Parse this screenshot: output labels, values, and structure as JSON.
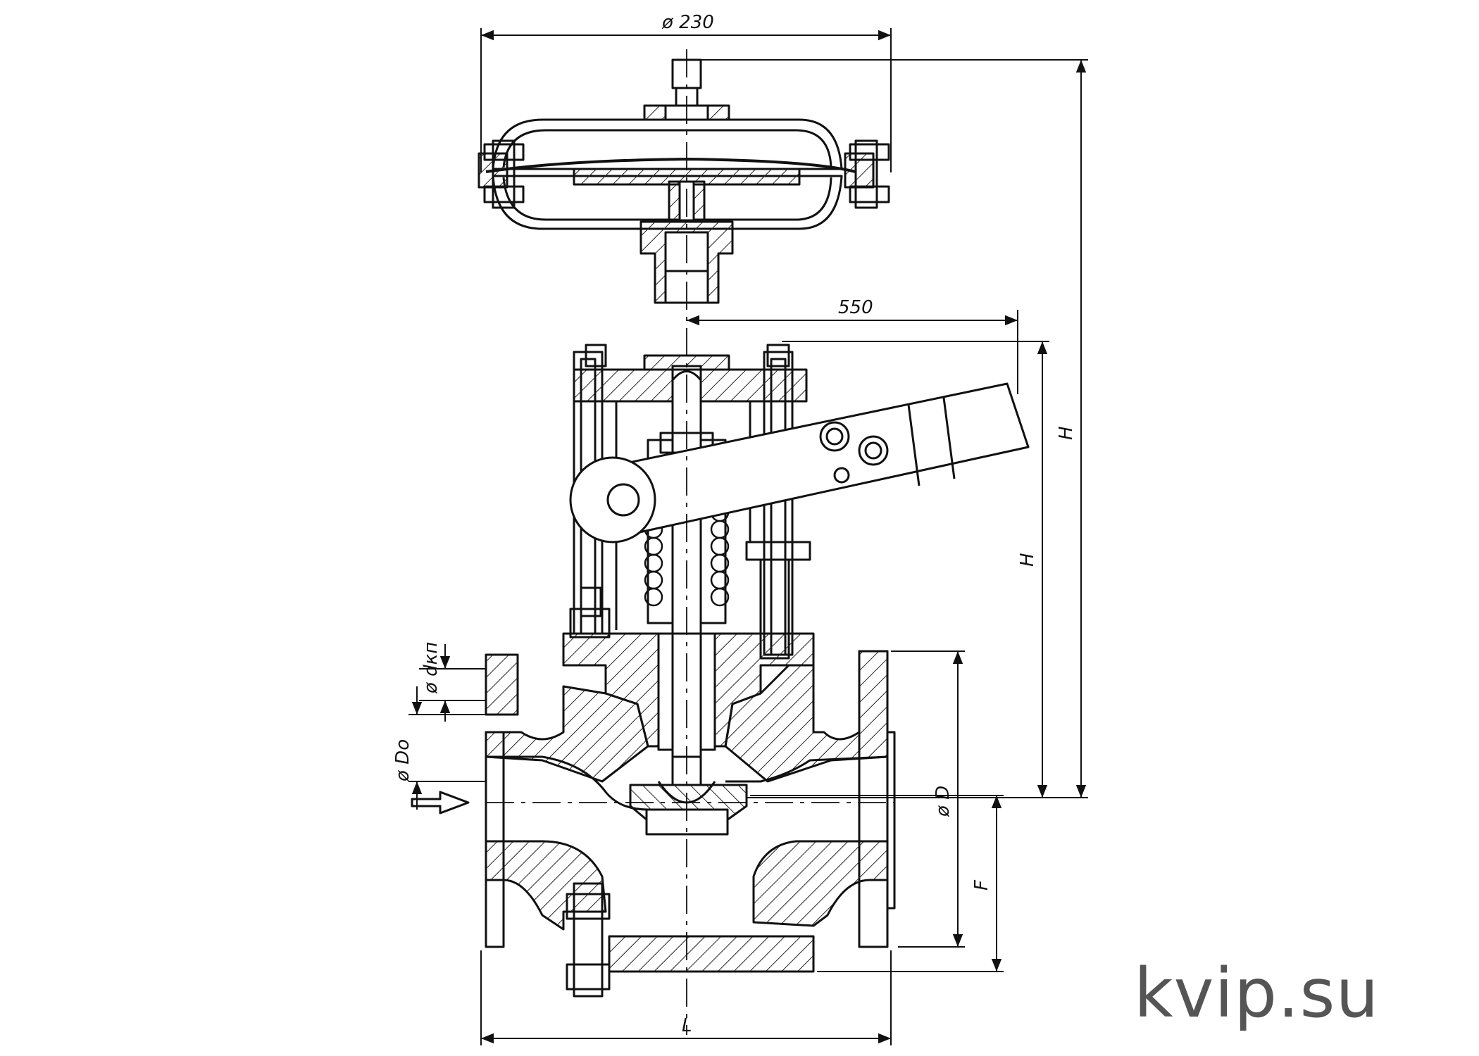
{
  "dimensions": {
    "diaphragm_diameter": "ø 230",
    "lever_length": "550",
    "total_height": "H",
    "stand_height": "H",
    "length": "L",
    "flange_diameter": "ø D",
    "bolt_circle_diameter": "ø Do",
    "bolt_hole_diameter": "ø dкп",
    "flange_offset": "F"
  },
  "watermark": "kvip.su",
  "colors": {
    "line": "#111111",
    "hatch": "#222222",
    "background": "#ffffff",
    "watermark": "#555555"
  }
}
